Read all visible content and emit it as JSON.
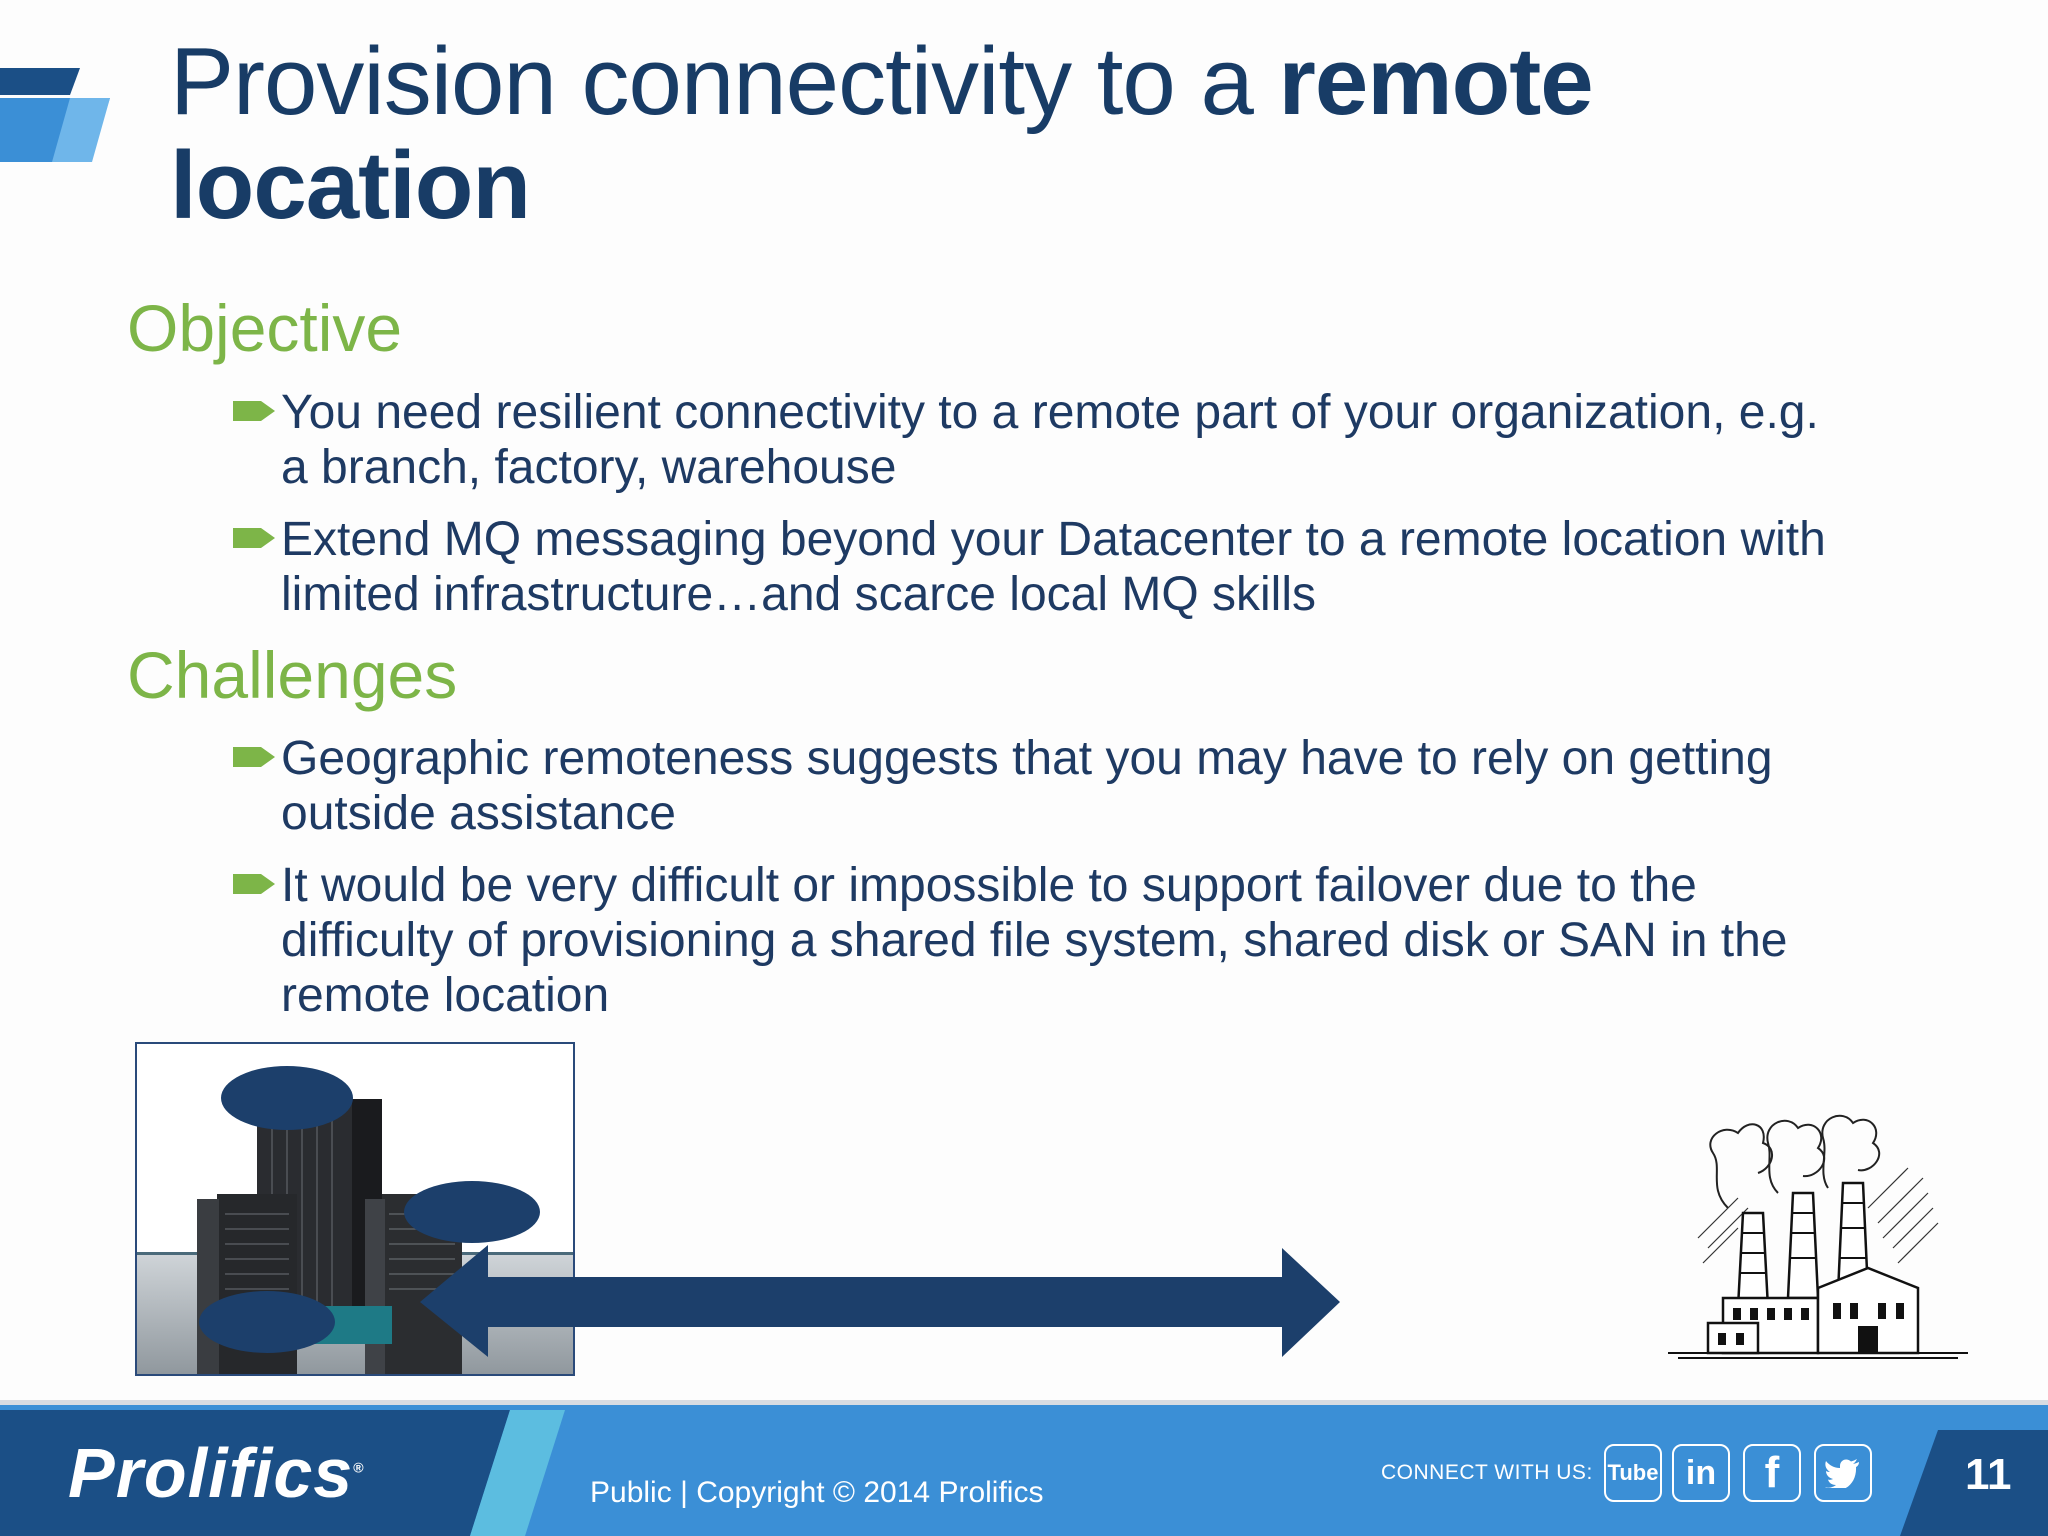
{
  "slide": {
    "title_light": "Provision connectivity to a ",
    "title_bold_1": "remote",
    "title_bold_2": "location",
    "sections": [
      {
        "heading": "Objective",
        "bullets": [
          [
            "You need resilient connectivity to a remote part of your organization, e.g.",
            "a branch, factory, warehouse"
          ],
          [
            "Extend MQ messaging beyond your Datacenter to a remote location with",
            "limited infrastructure…and scarce local MQ skills"
          ]
        ]
      },
      {
        "heading": "Challenges",
        "bullets": [
          [
            "Geographic remoteness suggests that you may have to rely on getting",
            "outside assistance"
          ],
          [
            "It would be very difficult or impossible to support failover due to the",
            "difficulty of provisioning a shared file system, shared disk or SAN in the",
            "remote location"
          ]
        ]
      }
    ]
  },
  "footer": {
    "logo": "Prolifics",
    "classification": "Public",
    "separator": "|",
    "copyright": "Copyright © 2014 Prolifics",
    "connect_label": "CONNECT WITH US:",
    "social": [
      {
        "icon": "youtube-icon",
        "label": "Tube"
      },
      {
        "icon": "linkedin-icon",
        "label": "in"
      },
      {
        "icon": "facebook-icon",
        "label": "f"
      },
      {
        "icon": "twitter-icon",
        "label": ""
      }
    ],
    "page_number": "11"
  },
  "colors": {
    "title": "#183c66",
    "heading": "#7db548",
    "body_text": "#1e3a63",
    "bullet_arrow": "#7db548",
    "footer_blue": "#3b8fd6",
    "footer_dark": "#1b4f86",
    "diagram_navy": "#1c3f6b"
  }
}
